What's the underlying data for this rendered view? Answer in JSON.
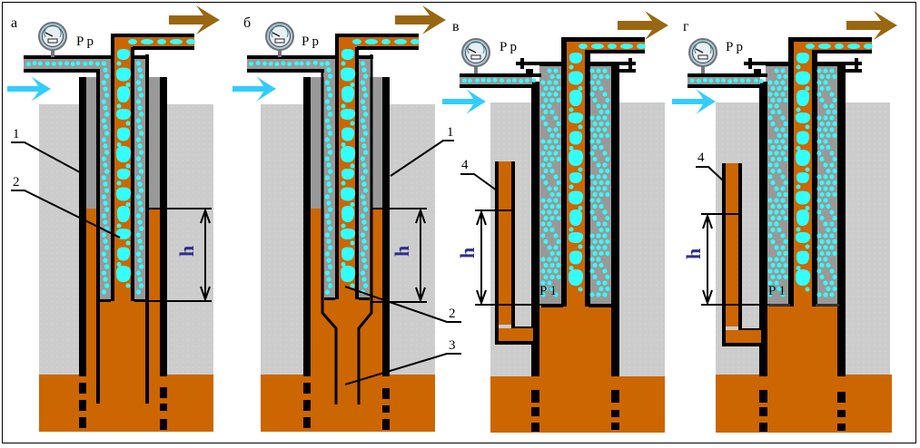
{
  "figure": {
    "title": "",
    "colors": {
      "formation": "#cc6600",
      "rock": "#cccccc",
      "annulus_gas": "#999999",
      "bubble": "#33ffff",
      "pipe": "#000000",
      "inflow_arrow": "#33ccff",
      "outflow_arrow": "#996611",
      "height_label": "#2e2e8a"
    },
    "panels": [
      {
        "id": "a",
        "letter": "а",
        "gauge_label": "P p",
        "height_label": "h",
        "callouts": [
          {
            "num": "1",
            "target": "outer-casing"
          },
          {
            "num": "2",
            "target": "lift-tube"
          }
        ]
      },
      {
        "id": "b",
        "letter": "б",
        "gauge_label": "P p",
        "height_label": "h",
        "callouts": [
          {
            "num": "1",
            "target": "outer-casing"
          },
          {
            "num": "2",
            "target": "lift-tube"
          },
          {
            "num": "3",
            "target": "tail-pipe"
          }
        ]
      },
      {
        "id": "v",
        "letter": "в",
        "gauge_label": "P p",
        "height_label": "h",
        "pressure_label": "P 1",
        "callouts": [
          {
            "num": "4",
            "target": "side-tube"
          }
        ]
      },
      {
        "id": "g",
        "letter": "г",
        "gauge_label": "P p",
        "height_label": "h",
        "pressure_label": "P 1",
        "callouts": [
          {
            "num": "4",
            "target": "side-tube"
          }
        ]
      }
    ]
  }
}
